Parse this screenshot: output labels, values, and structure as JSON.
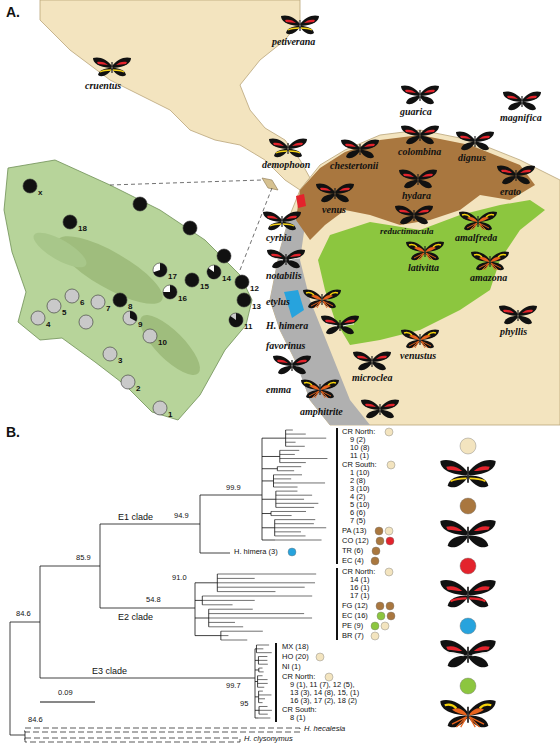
{
  "diagram": {
    "labels": [
      "A.",
      "cruentus",
      "petiverana",
      "demophoon",
      "chestertonii",
      "venus",
      "guarica",
      "colombina",
      "dignus",
      "magnifica",
      "hydara",
      "erato",
      "reductimacula",
      "amalfreda",
      "lativitta",
      "amazona",
      "phyllis",
      "cyrbia",
      "notabilis",
      "etylus",
      "H. himera",
      "favorinus",
      "emma",
      "microclea",
      "venustus",
      "amphitrite",
      "x",
      "18",
      "17",
      "16",
      "15",
      "14",
      "13",
      "12",
      "11",
      "9",
      "10",
      "8",
      "7",
      "6",
      "5",
      "4",
      "3",
      "2",
      "1",
      "B.",
      "E1 clade",
      "E2 clade",
      "E3 clade",
      "99.9",
      "94.9",
      "85.9",
      "54.8",
      "91.0",
      "84.6",
      "99.7",
      "95",
      "84.6",
      "0.09",
      "H. himera (3)",
      "H. hecalesia",
      "H. clysonymus",
      "CR North:",
      "9 (2)",
      "10 (8)",
      "11 (1)",
      "CR South:",
      "1 (10)",
      "2 (8)",
      "3 (10)",
      "4 (2)",
      "5 (10)",
      "6 (6)",
      "7 (5)",
      "PA (13)",
      "CO (12)",
      "TR (6)",
      "EC (4)",
      "CR North:",
      "14 (1)",
      "16 (1)",
      "17 (1)",
      "FG (12)",
      "EC (16)",
      "PE (9)",
      "BR (7)",
      "MX (18)",
      "HO (20)",
      "NI (1)",
      "CR North:",
      "9 (1), 11 (7), 12 (5),",
      "13 (3), 14 (8), 15, (1)",
      "16 (3), 17 (2), 18 (2)",
      "CR South:",
      "8 (1)"
    ]
  }
}
